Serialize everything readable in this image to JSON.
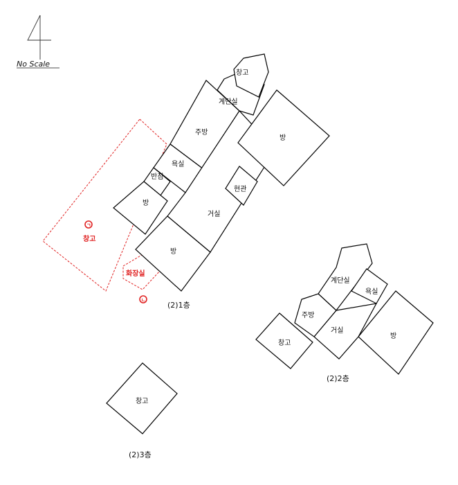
{
  "north": {
    "numeral": "4",
    "scale_text": "No Scale"
  },
  "floor1": {
    "caption": "(2)1층",
    "rooms": {
      "storage_top": "창고",
      "stair": "계단실",
      "kitchen": "주방",
      "room_ne": "방",
      "bath": "욕실",
      "pantry": "반침",
      "room_w": "방",
      "entry": "현관",
      "living": "거실",
      "room_s": "방"
    },
    "annex": {
      "storage_label": "창고",
      "storage_marker": "ㄱ",
      "toilet_label": "화장실",
      "toilet_marker": "ㄴ"
    }
  },
  "floor2": {
    "caption": "(2)2층",
    "rooms": {
      "stair": "계단실",
      "bath": "욕실",
      "kitchen": "주방",
      "living": "거실",
      "room": "방",
      "storage": "창고"
    }
  },
  "floor3": {
    "caption": "(2)3층",
    "rooms": {
      "storage": "창고"
    }
  },
  "colors": {
    "line": "#000000",
    "annex": "#e02020"
  }
}
